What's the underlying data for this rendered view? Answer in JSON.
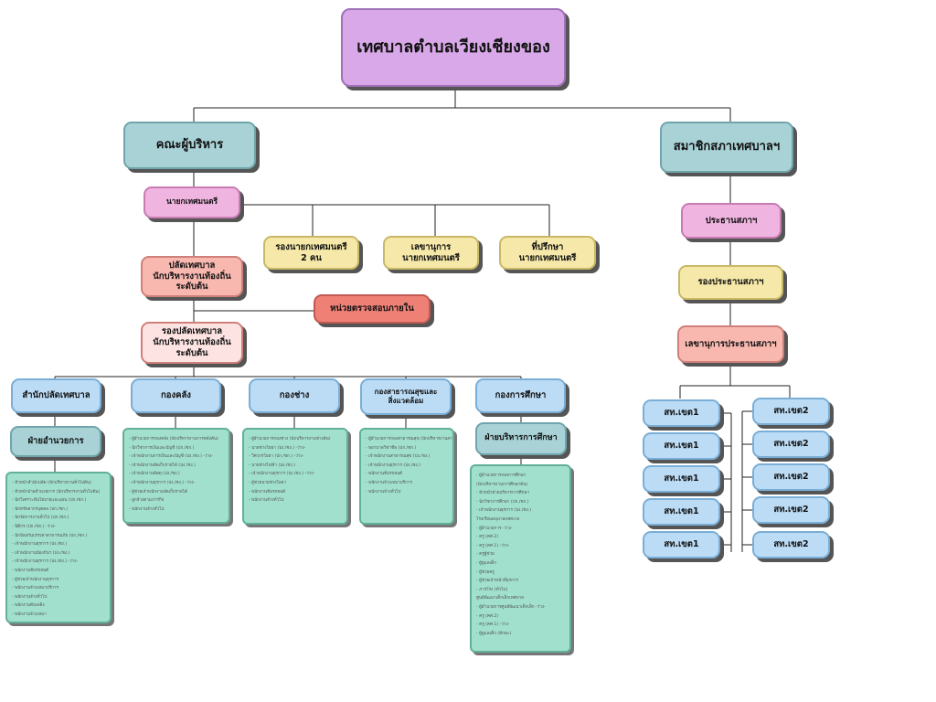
{
  "title": "เทศบาลตำบลเวียงเชียงของ",
  "executives": "คณะผู้บริหาร",
  "council": "สมาชิกสภาเทศบาลฯ",
  "mayor": "นายกเทศมนตรี",
  "deputy_mayor": "รองนายกเทศมนตรี\n2 คน",
  "mayor_secretary": "เลขานุการ\nนายกเทศมนตรี",
  "mayor_advisor": "ที่ปรึกษา\nนายกเทศมนตรี",
  "municipal_clerk": "ปลัดเทศบาล\nนักบริหารงานท้องถิ่น\nระดับต้น",
  "internal_audit": "หน่วยตรวจสอบภายใน",
  "deputy_clerk": "รองปลัดเทศบาล\nนักบริหารงานท้องถิ่น\nระดับต้น",
  "departments": {
    "clerk_office": "สำนักปลัดเทศบาล",
    "finance": "กองคลัง",
    "engineering": "กองช่าง",
    "public_health": "กองสาธารณสุขและ\nสิ่งแวดล้อม",
    "education": "กองการศึกษา"
  },
  "admin_section": "ฝ่ายอำนวยการ",
  "edu_admin_section": "ฝ่ายบริหารการศึกษา",
  "council_chair": "ประธานสภาฯ",
  "council_vice_chair": "รองประธานสภาฯ",
  "council_secretary": "เลขานุการประธานสภาฯ",
  "members_zone1": [
    "สท.เขต1",
    "สท.เขต1",
    "สท.เขต1",
    "สท.เขต1",
    "สท.เขต1"
  ],
  "members_zone2": [
    "สท.เขต2",
    "สท.เขต2",
    "สท.เขต2",
    "สท.เขต2",
    "สท.เขต2"
  ],
  "staff_clerk_office": [
    "- หัวหน้าสำนักปลัด (นักบริหารงานทั่วไปต้น)",
    "- หัวหน้าฝ่ายอำนวยการ (นักบริหารงานทั่วไปต้น)",
    "- นักวิเคราะห์นโยบายและแผน (ปก./ชก.)",
    "- นักทรัพยากรบุคคล (ปก./ชก.)",
    "- นักจัดการงานทั่วไป (ปก./ชก.)",
    "- นิติกร (ปก./ชก.) -ว่าง-",
    "- นักป้องกันบรรเทาสาธารณภัย (ปก./ชก.)",
    "- เจ้าพนักงานธุรการ (ปง./ชง.)",
    "- เจ้าพนักงานป้องกันฯ (ปง./ชง.)",
    "- เจ้าพนักงานธุรการ (ปง./ชง.) -ว่าง-",
    "- พนักงานขับรถยนต์",
    "- ผู้ช่วยเจ้าพนักงานธุรการ",
    "- พนักงานจ้างเหมาบริการ",
    "- พนักงานจ้างทั่วไป",
    "- พนักงานดับเพลิง",
    "- พนักงานจ้างเหมา"
  ],
  "staff_finance": [
    "- ผู้อำนวยการกองคลัง (นักบริหารงานการคลังต้น)",
    "- นักวิชาการเงินและบัญชี (ปก./ชก.)",
    "- เจ้าพนักงานการเงินและบัญชี (ปง./ชง.) -ว่าง-",
    "- เจ้าพนักงานจัดเก็บรายได้ (ปง./ชง.)",
    "- เจ้าพนักงานพัสดุ (ปง./ชง.)",
    "- เจ้าพนักงานธุรการ (ปง./ชง.) -ว่าง-",
    "- ผู้ช่วยเจ้าพนักงานจัดเก็บรายได้",
    "- ลูกจ้างตามภารกิจ",
    "- พนักงานจ้างทั่วไป"
  ],
  "staff_engineering": [
    "- ผู้อำนวยการกองช่าง (นักบริหารงานช่างต้น)",
    "- นายช่างโยธา (ปง./ชง.) -ว่าง-",
    "- วิศวกรโยธา (ปก./ชก.) -ว่าง-",
    "- นายช่างไฟฟ้า (ปง./ชง.)",
    "- เจ้าพนักงานธุรการ (ปง./ชง.) -ว่าง-",
    "- ผู้ช่วยนายช่างโยธา",
    "- พนักงานขับรถยนต์",
    "- พนักงานจ้างทั่วไป"
  ],
  "staff_health": [
    "- ผู้อำนวยการกองสาธารณสุข (นักบริหารงานสาธารณสุขต้น) -ว่าง-",
    "- พยาบาลวิชาชีพ (ปก./ชก.)",
    "- เจ้าพนักงานสาธารณสุข (ปง./ชง.)",
    "- เจ้าพนักงานธุรการ (ปง./ชง.)",
    "- พนักงานขับรถยนต์",
    "- พนักงานจ้างเหมาบริการ",
    "- พนักงานจ้างทั่วไป"
  ],
  "staff_education": [
    "- ผู้อำนวยการกองการศึกษา",
    "(นักบริหารงานการศึกษาต้น)",
    "- หัวหน้าฝ่ายบริหารการศึกษา",
    "- นักวิชาการศึกษา (ปก./ชก.)",
    "- เจ้าพนักงานธุรการ (ปง./ชง.)",
    "โรงเรียนอนุบาลเทศบาล",
    "- ผู้อำนวยการ -ว่าง-",
    "- ครู (คศ.2)",
    "- ครู (คศ.1) -ว่าง-",
    "- ครูผู้ช่วย",
    "- ผู้ดูแลเด็ก",
    "- ผู้ช่วยครู",
    "- ผู้ช่วยเจ้าหน้าที่ธุรการ",
    "- ภารโรง (ทั่วไป)",
    "ศูนย์พัฒนาเด็กเล็กเทศบาล",
    "- ผู้อำนวยการศูนย์พัฒนาเด็กเล็ก -ว่าง-",
    "- ครู (คศ.2)",
    "- ครู (คศ.1) -ว่าง-",
    "- ผู้ดูแลเด็ก (ทักษะ)"
  ]
}
